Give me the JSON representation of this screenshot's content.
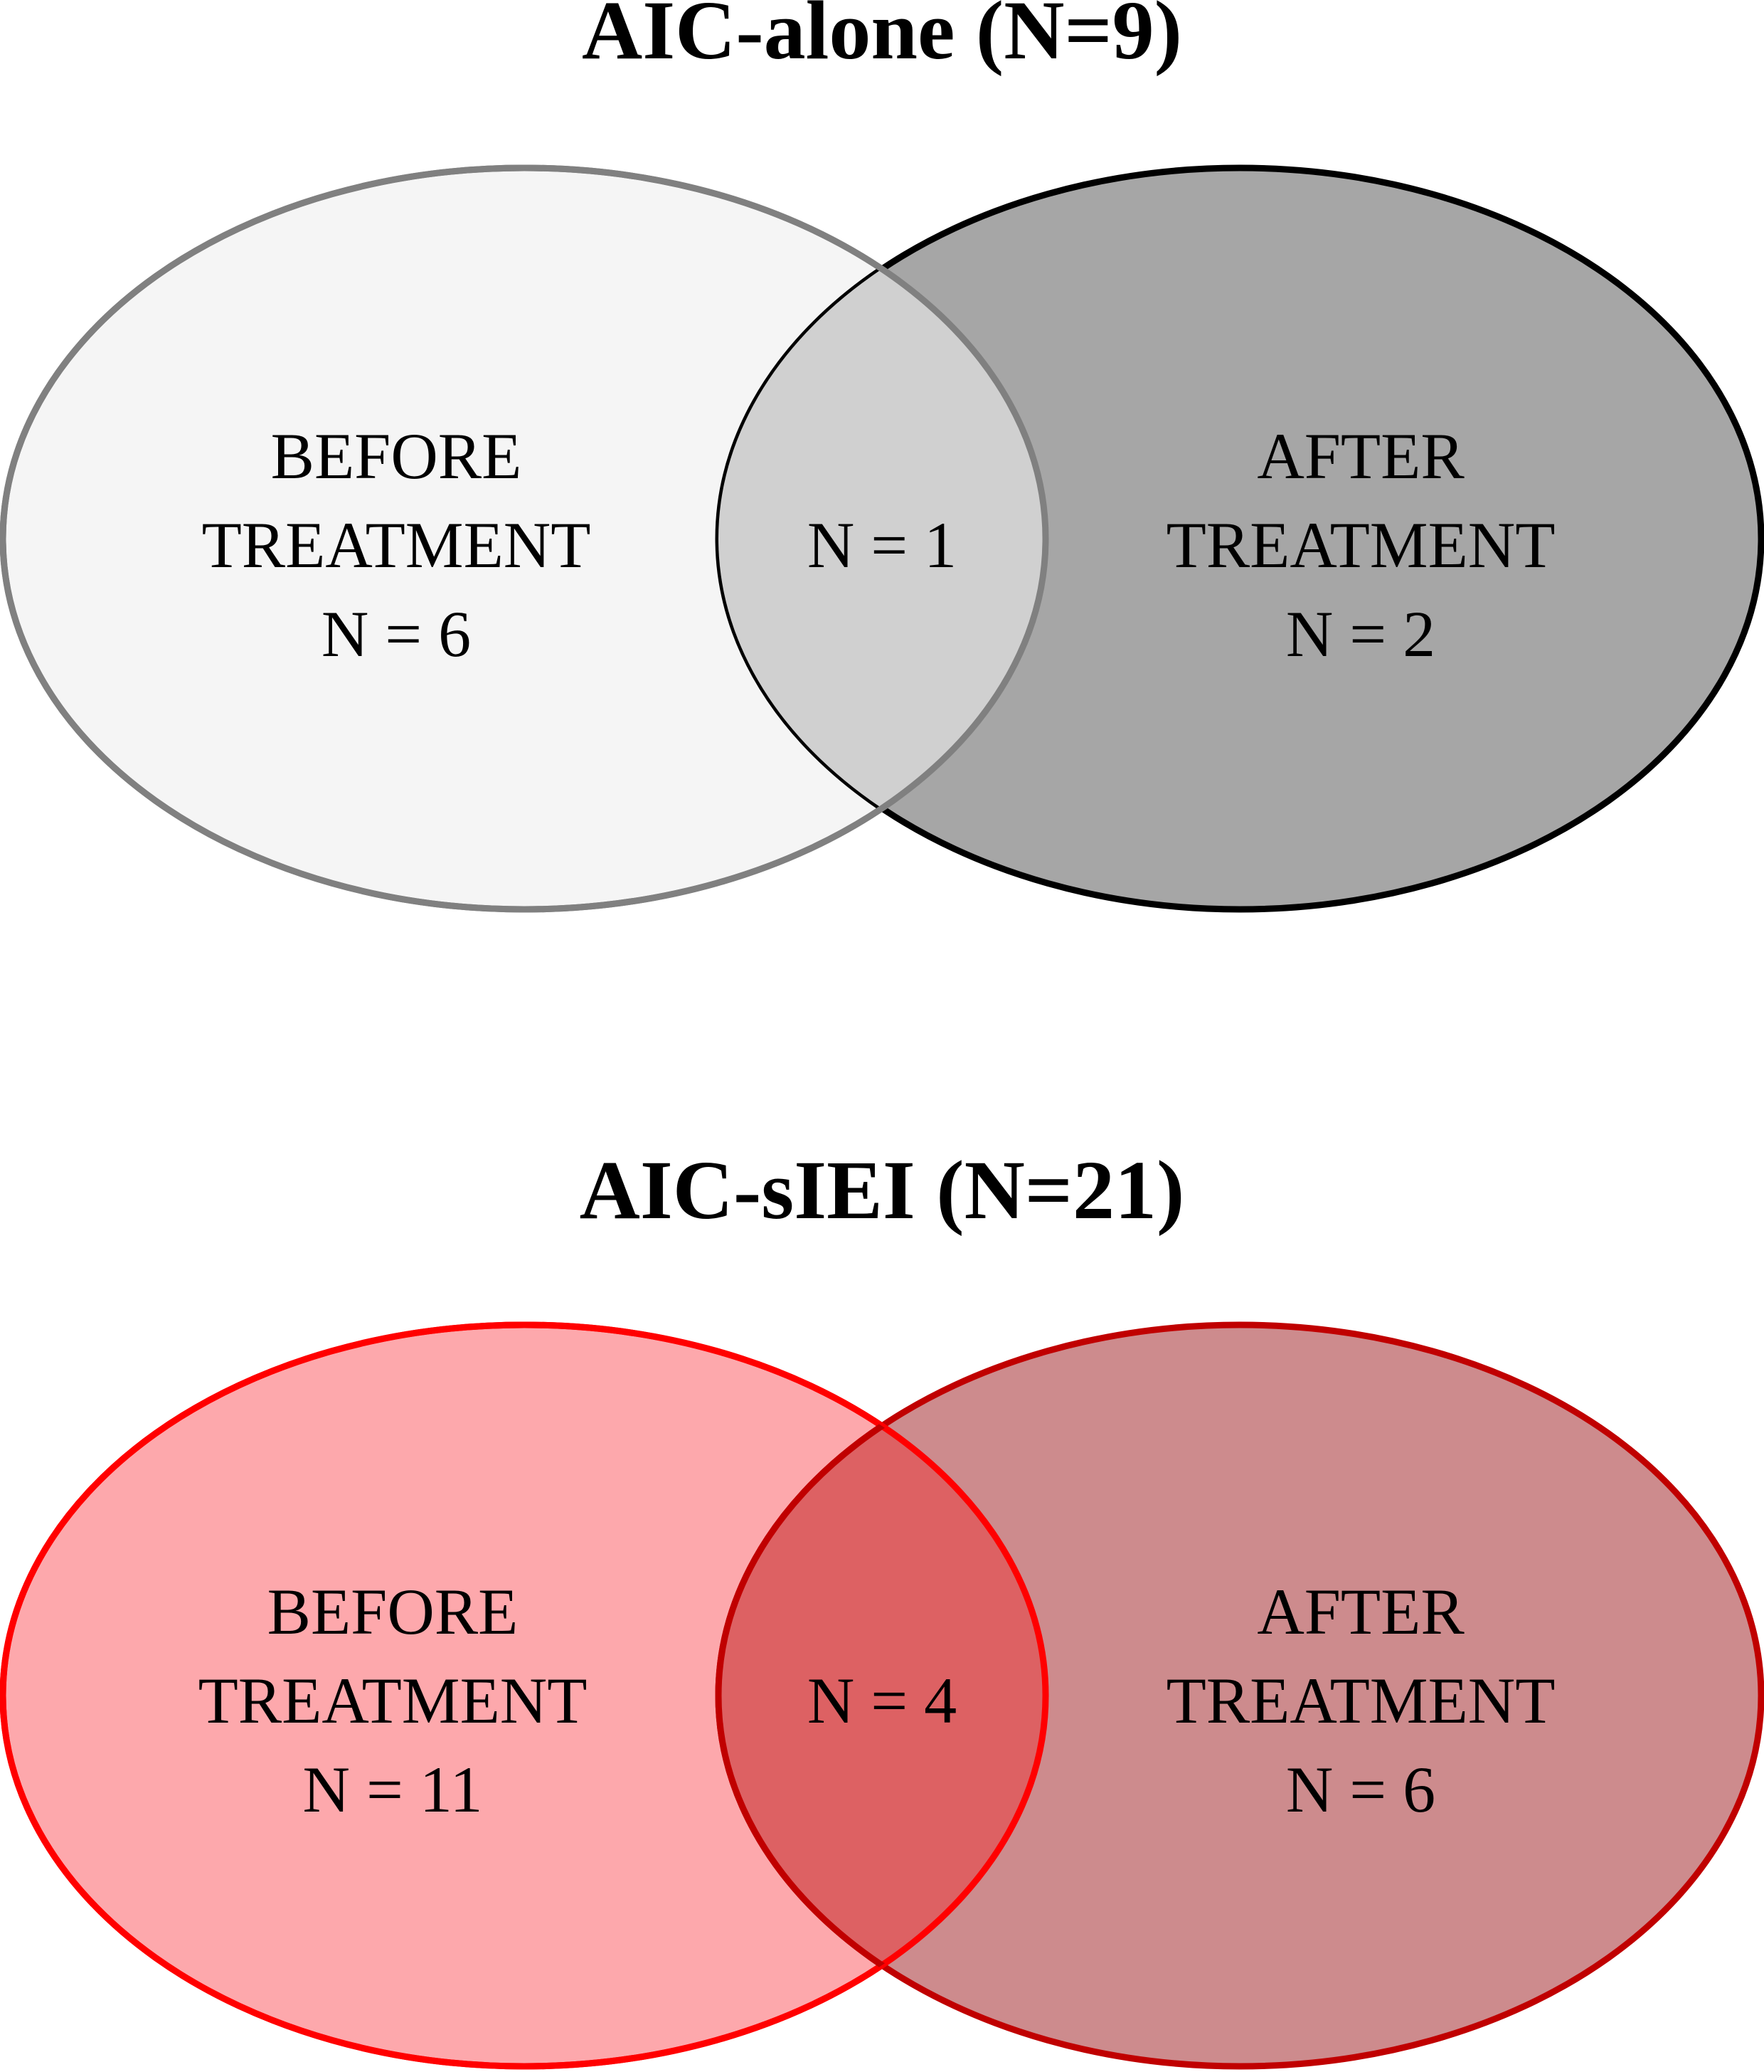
{
  "colors": {
    "gray_before_fill": "#f5f5f5",
    "gray_before_stroke": "#808080",
    "gray_after_fill": "#a6a6a6",
    "gray_after_stroke": "#000000",
    "gray_overlap_fill": "#d0d0d0",
    "red_before_fill": "#fda8ac",
    "red_before_stroke": "#ff0000",
    "red_after_fill": "#cd8b8d",
    "red_after_stroke": "#c00000",
    "red_overlap_fill": "#dd6163"
  },
  "diagrams": [
    {
      "title": "AIC-alone (N=9)",
      "left": {
        "line1": "BEFORE",
        "line2": "TREATMENT",
        "count": "N = 6"
      },
      "overlap": {
        "count": "N = 1"
      },
      "right": {
        "line1": "AFTER",
        "line2": "TREATMENT",
        "count": "N = 2"
      }
    },
    {
      "title": "AIC-sIEI (N=21)",
      "left": {
        "line1": "BEFORE",
        "line2": "TREATMENT",
        "count": "N = 11"
      },
      "overlap": {
        "count": "N = 4"
      },
      "right": {
        "line1": "AFTER",
        "line2": "TREATMENT",
        "count": "N = 6"
      }
    }
  ]
}
